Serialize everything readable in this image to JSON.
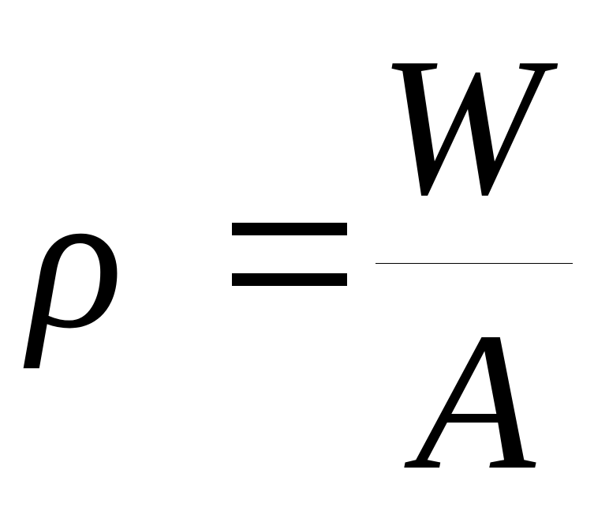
{
  "equation": {
    "lhs": "ρ",
    "operator": "=",
    "numerator": "W",
    "denominator": "A"
  }
}
